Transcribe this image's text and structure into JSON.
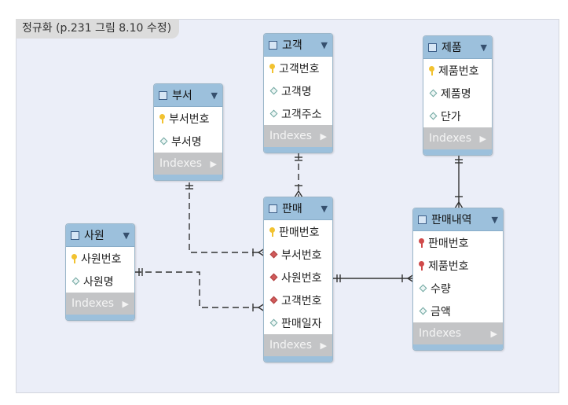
{
  "caption": "정규화 (p.231 그림 8.10 수정)",
  "indexes_label": "Indexes",
  "tables": {
    "customer": {
      "name": "고객",
      "columns": [
        "고객번호",
        "고객명",
        "고객주소"
      ]
    },
    "product": {
      "name": "제품",
      "columns": [
        "제품번호",
        "제품명",
        "단가"
      ]
    },
    "department": {
      "name": "부서",
      "columns": [
        "부서번호",
        "부서명"
      ]
    },
    "sales": {
      "name": "판매",
      "columns": [
        "판매번호",
        "부서번호",
        "사원번호",
        "고객번호",
        "판매일자"
      ]
    },
    "employee": {
      "name": "사원",
      "columns": [
        "사원번호",
        "사원명"
      ]
    },
    "sales_detail": {
      "name": "판매내역",
      "columns": [
        "판매번호",
        "제품번호",
        "수량",
        "금액"
      ]
    }
  },
  "colors": {
    "header": "#9cc0dc",
    "canvas": "#ebeef8",
    "indexes_bar": "#c3c4c6"
  }
}
